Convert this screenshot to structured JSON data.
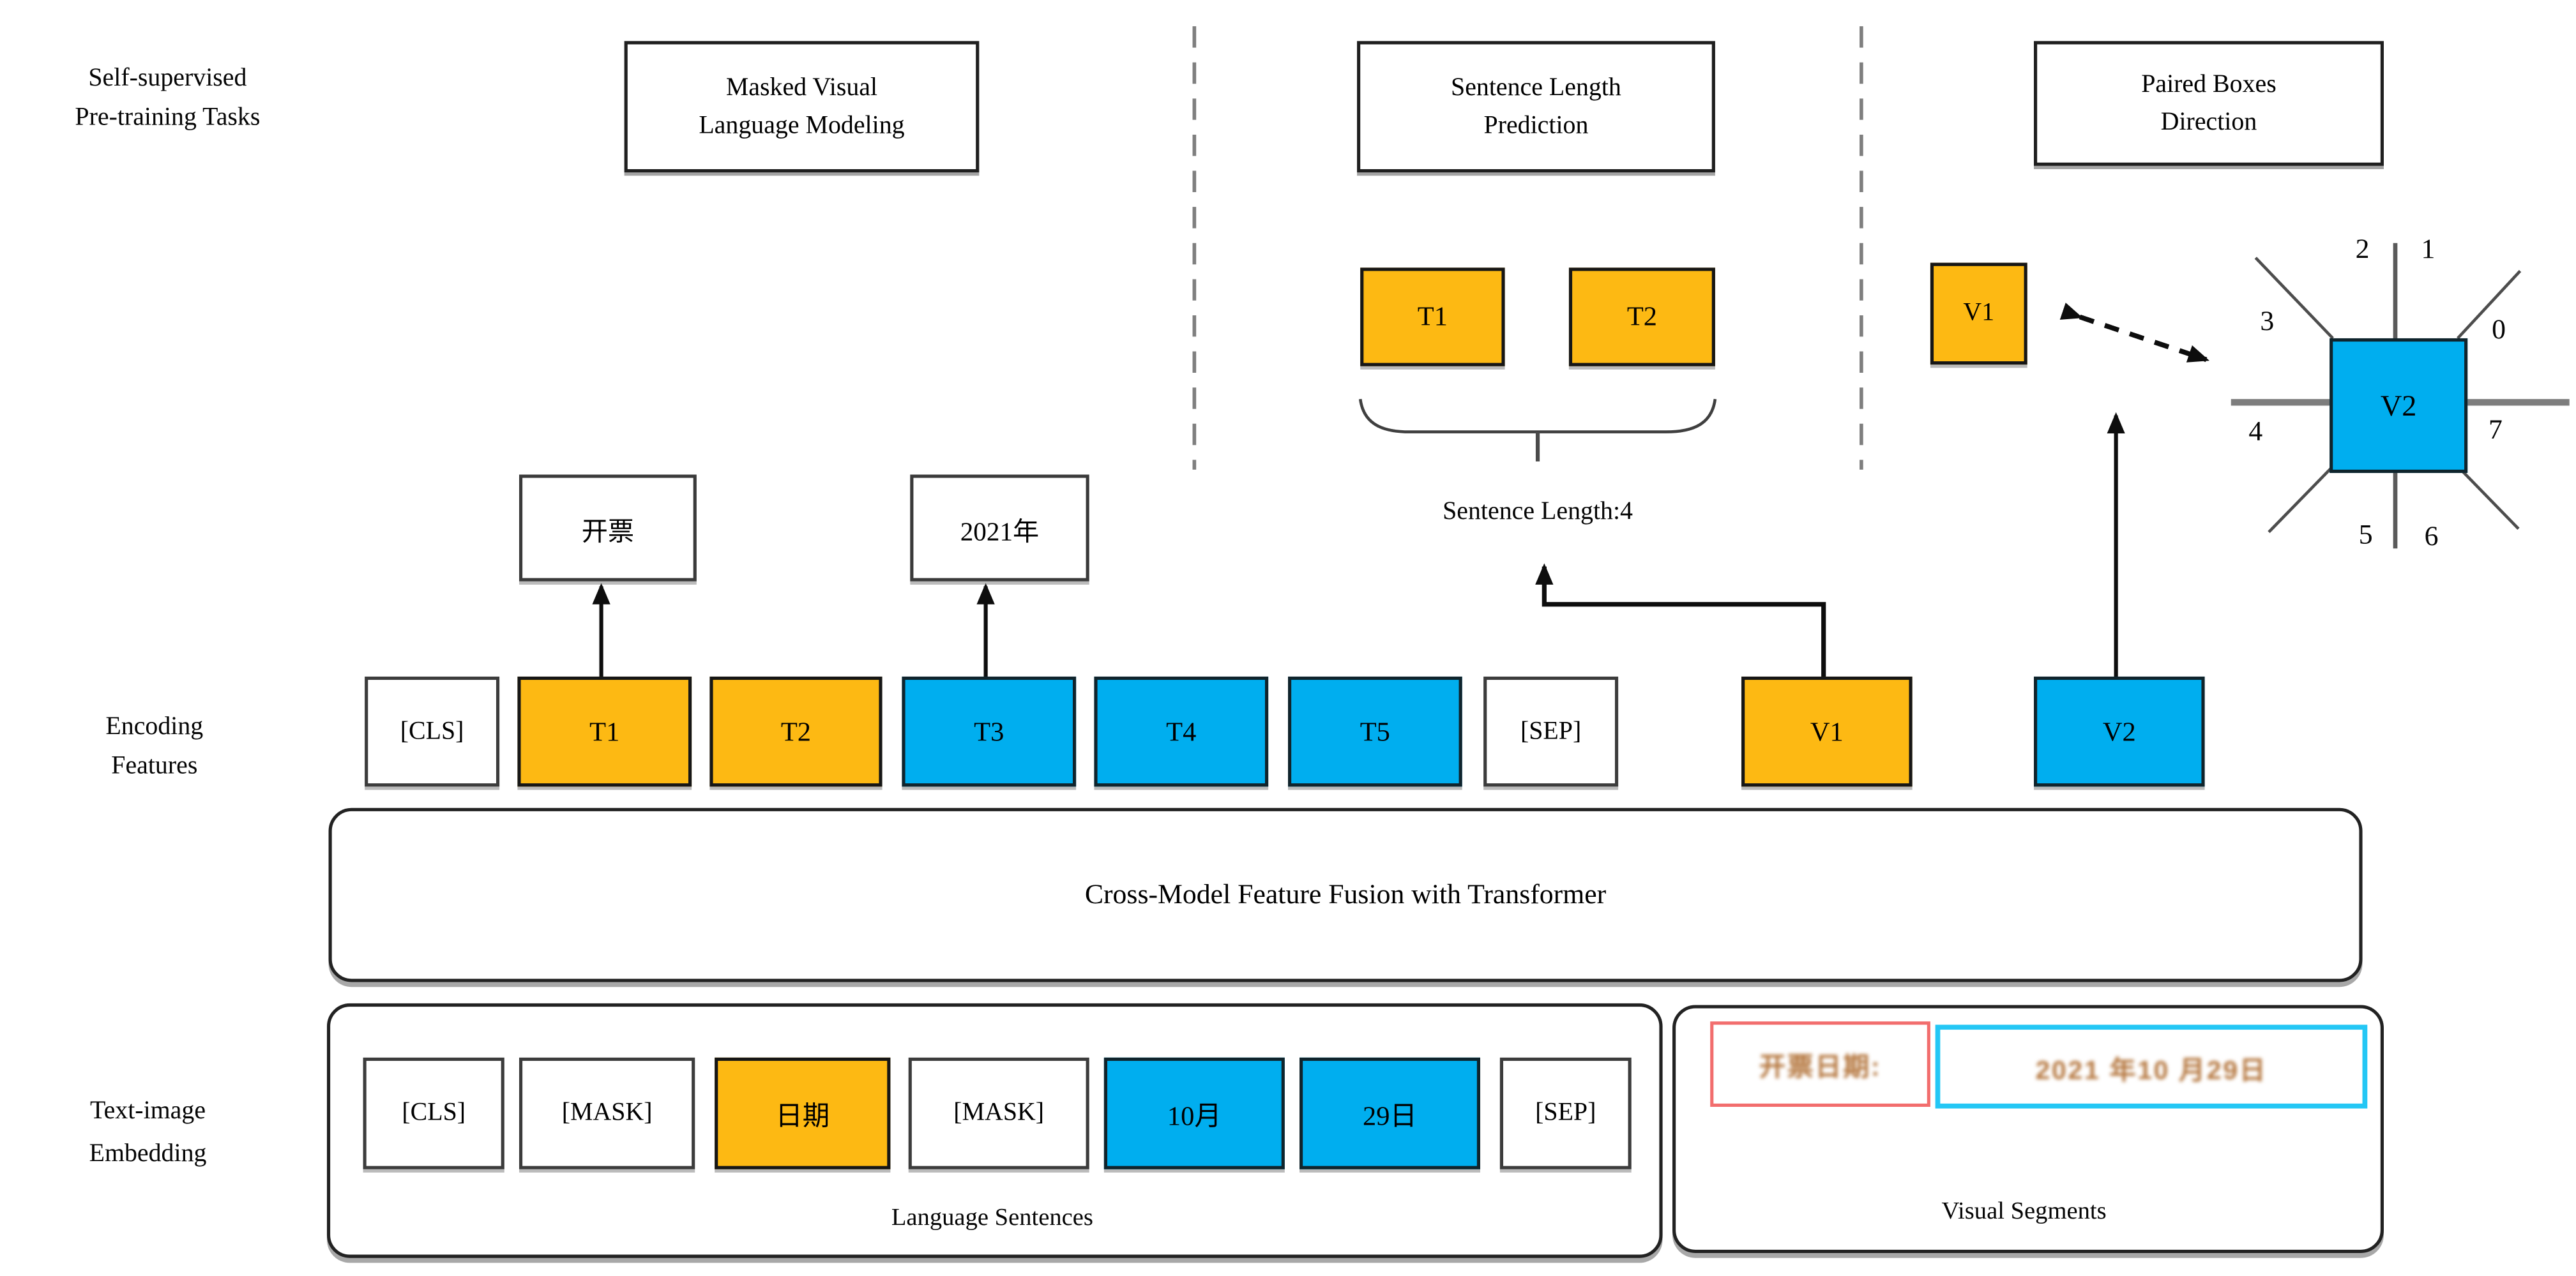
{
  "header": {
    "side_label_line1": "Self-supervised",
    "side_label_line2": "Pre-training Tasks",
    "tasks": [
      {
        "line1": "Masked Visual",
        "line2": "Language Modeling"
      },
      {
        "line1": "Sentence Length",
        "line2": "Prediction"
      },
      {
        "line1": "Paired Boxes",
        "line2": "Direction"
      }
    ]
  },
  "mvlm": {
    "predictions": [
      "开票",
      "2021年"
    ]
  },
  "slp": {
    "tokens": [
      "T1",
      "T2"
    ],
    "result_label": "Sentence Length:4"
  },
  "pbd": {
    "v1_label": "V1",
    "compass": {
      "center_label": "V2",
      "sectors": [
        "0",
        "1",
        "2",
        "3",
        "4",
        "5",
        "6",
        "7"
      ]
    }
  },
  "encoding": {
    "label_line1": "Encoding",
    "label_line2": "Features",
    "tokens": [
      {
        "label": "[CLS]",
        "type": "plain"
      },
      {
        "label": "T1",
        "type": "orange"
      },
      {
        "label": "T2",
        "type": "orange"
      },
      {
        "label": "T3",
        "type": "blue"
      },
      {
        "label": "T4",
        "type": "blue"
      },
      {
        "label": "T5",
        "type": "blue"
      },
      {
        "label": "[SEP]",
        "type": "plain"
      },
      {
        "label": "V1",
        "type": "orange"
      },
      {
        "label": "V2",
        "type": "blue"
      }
    ]
  },
  "fusion": {
    "label": "Cross-Model Feature Fusion with Transformer"
  },
  "embedding": {
    "label_line1": "Text-image",
    "label_line2": "Embedding",
    "language": {
      "tokens": [
        {
          "label": "[CLS]",
          "type": "plain"
        },
        {
          "label": "[MASK]",
          "type": "plain"
        },
        {
          "label": "日期",
          "type": "orange"
        },
        {
          "label": "[MASK]",
          "type": "plain"
        },
        {
          "label": "10月",
          "type": "blue"
        },
        {
          "label": "29日",
          "type": "blue"
        },
        {
          "label": "[SEP]",
          "type": "plain"
        }
      ],
      "caption": "Language Sentences"
    },
    "visual": {
      "segments": [
        {
          "text": "开票日期:",
          "border": "red"
        },
        {
          "text": "2021 年10 月29日",
          "border": "cyan"
        }
      ],
      "caption": "Visual Segments"
    }
  },
  "colors": {
    "token_orange": "#FDB913",
    "token_blue": "#00AEEF",
    "snippet_red_border": "#F26D6D",
    "snippet_cyan_border": "#24C7F5",
    "snippet_text": "#B5773F",
    "line_gray": "#808080"
  }
}
